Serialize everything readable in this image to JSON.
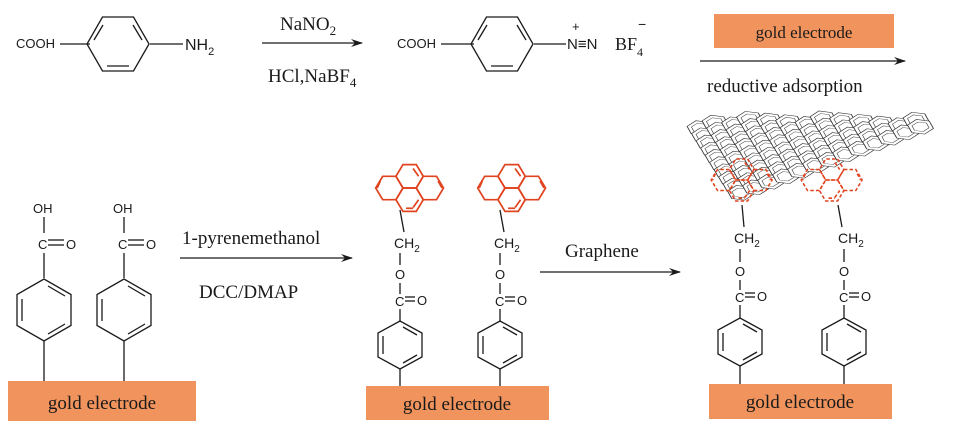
{
  "reagents": {
    "step1_top": "NaNO",
    "step1_top_sub": "2",
    "step1_bottom": "HCl,NaBF",
    "step1_bottom_sub": "4",
    "step2_bottom": "reductive adsorption",
    "step3_top": "1-pyrenemethanol",
    "step3_bottom": "DCC/DMAP",
    "step4_top": "Graphene"
  },
  "molecules": {
    "cooh": "COOH",
    "amine": "NH",
    "amine_sub": "2",
    "diazo": "N≡N",
    "diazo_plus": "+",
    "bf": "BF",
    "bf_sub": "4",
    "bf_minus": "−",
    "oh": "OH",
    "carbonyl_o": "O",
    "ester_o": "O",
    "ch2": "CH",
    "ch2_sub": "2"
  },
  "electrodes": {
    "label": "gold electrode",
    "color": "#f0935c"
  },
  "colors": {
    "pyrene": "#e0431f",
    "ink": "#1a1a1a"
  }
}
